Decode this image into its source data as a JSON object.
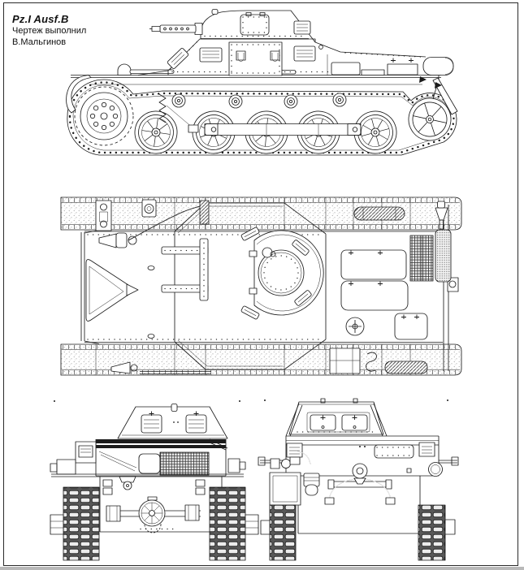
{
  "page": {
    "background": "#ffffff",
    "frame_color": "#2b2b2b",
    "bottom_edge_color": "#b9b9b9"
  },
  "title_block": {
    "title": "Pz.I Ausf.B",
    "credit_line_1": "Чертеж выполнил",
    "credit_line_2": "В.Мальгинов"
  },
  "drawing": {
    "ink_color": "#1c1c1c",
    "subject_views": [
      "side view",
      "top view",
      "front view",
      "rear view"
    ]
  }
}
